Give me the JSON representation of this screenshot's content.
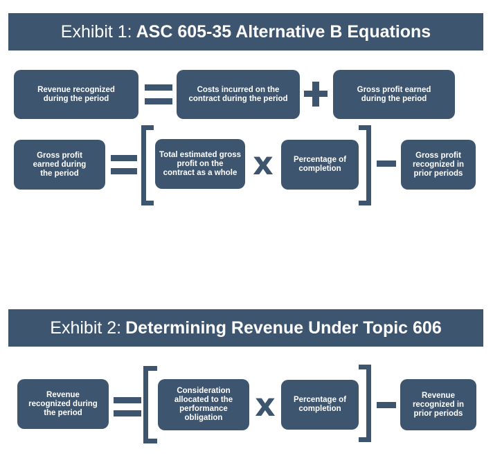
{
  "exhibit1": {
    "title_prefix": "Exhibit 1:",
    "title_main": "ASC 605-35 Alternative B Equations",
    "row1": {
      "box_revenue": "Revenue recognized\nduring the period",
      "box_costs": "Costs incurred on the\ncontract during the period",
      "box_gross_profit": "Gross profit earned\nduring the period"
    },
    "row2": {
      "box_gross_profit": "Gross profit\nearned during\nthe period",
      "box_total_estimated": "Total estimated gross\nprofit on the\ncontract as a whole",
      "box_percentage": "Percentage of\ncompletion",
      "box_prior": "Gross profit\nrecognized in\nprior periods"
    }
  },
  "exhibit2": {
    "title_prefix": "Exhibit 2:",
    "title_main": "Determining Revenue Under Topic 606",
    "row": {
      "box_revenue": "Revenue\nrecognized during\nthe period",
      "box_consideration": "Consideration\nallocated to the\nperformance\nobligation",
      "box_percentage": "Percentage of\ncompletion",
      "box_prior": "Revenue\nrecognized in\nprior periods"
    }
  },
  "operators": {
    "times": "x"
  },
  "colors": {
    "primary": "#3e5570",
    "background": "#ffffff"
  }
}
